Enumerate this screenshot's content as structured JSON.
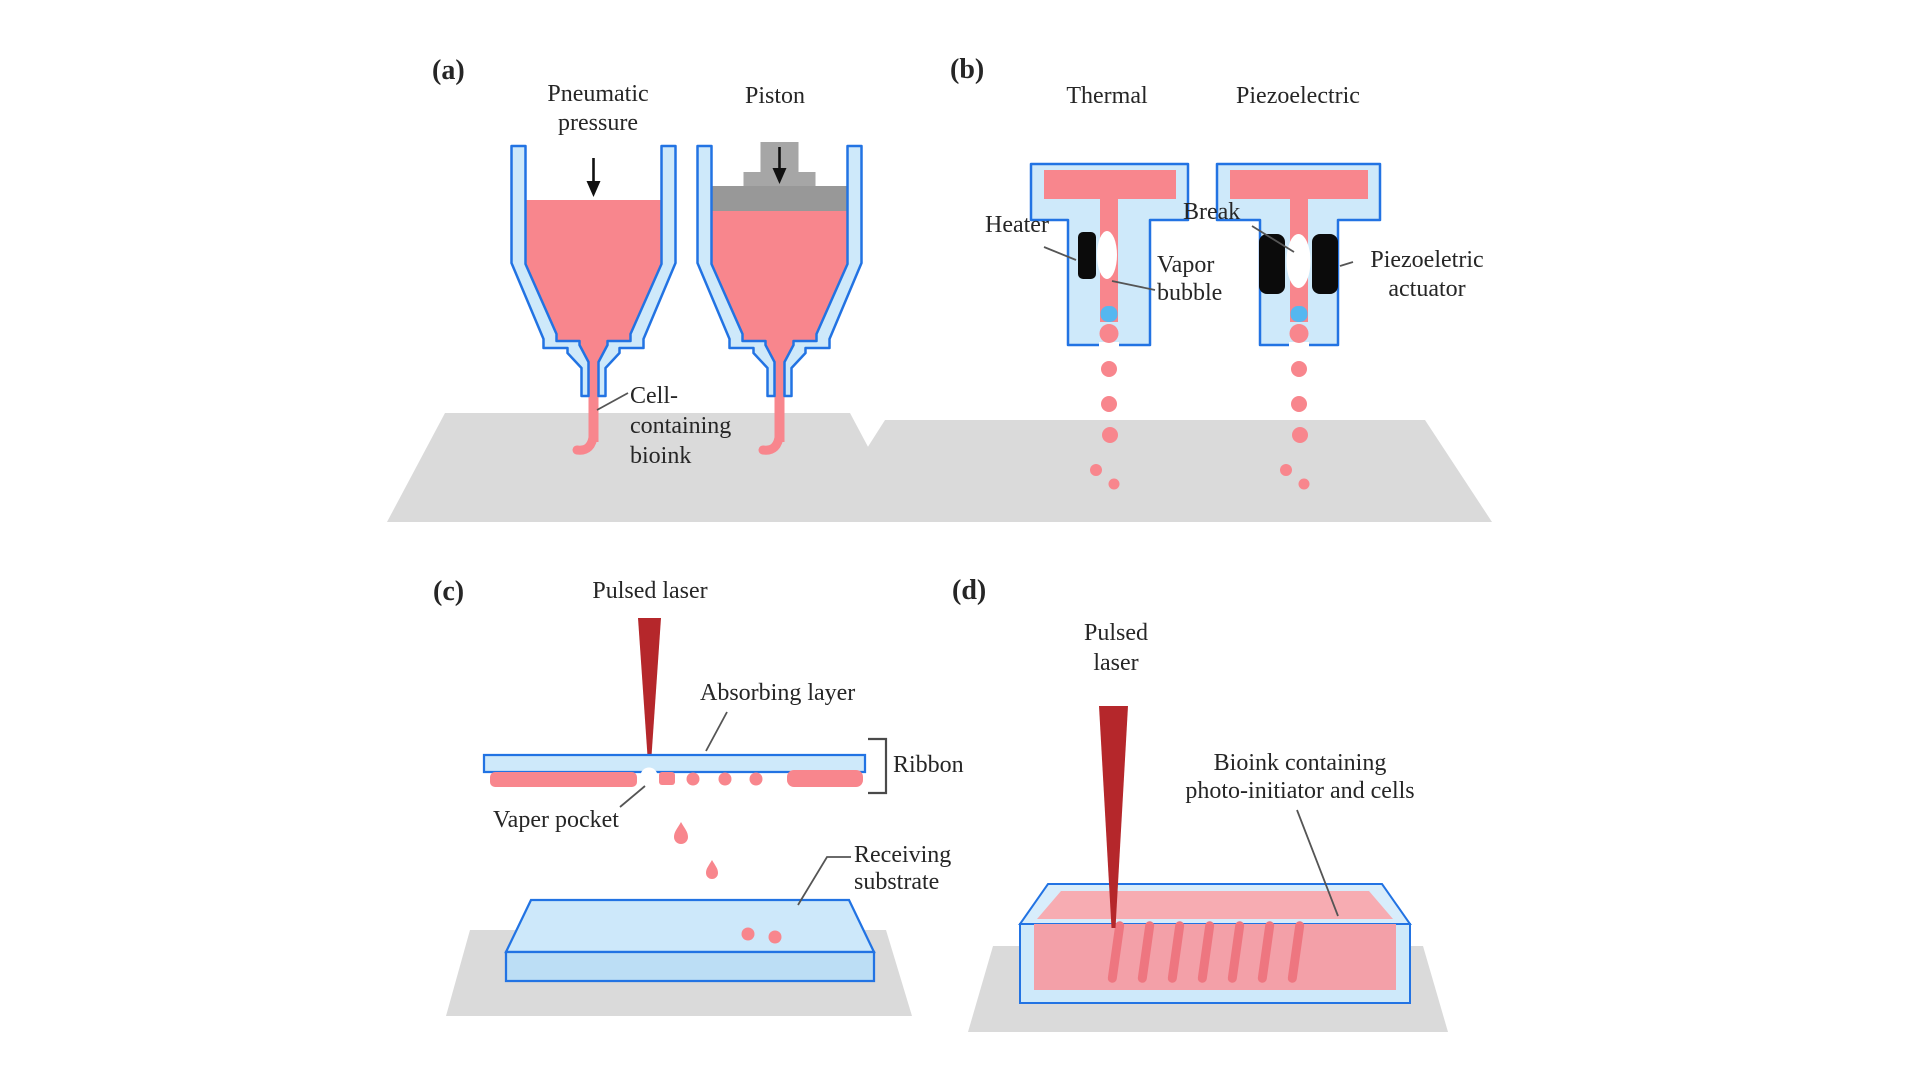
{
  "figure": {
    "panel_a": {
      "tag": "(a)",
      "label_pneumatic_1": "Pneumatic",
      "label_pneumatic_2": "pressure",
      "label_piston": "Piston",
      "label_bioink_1": "Cell-",
      "label_bioink_2": "containing",
      "label_bioink_3": "bioink"
    },
    "panel_b": {
      "tag": "(b)",
      "label_thermal": "Thermal",
      "label_piezoelectric": "Piezoelectric",
      "label_heater": "Heater",
      "label_break": "Break",
      "label_vapor_1": "Vapor",
      "label_vapor_2": "bubble",
      "label_actuator_1": "Piezoeletric",
      "label_actuator_2": "actuator"
    },
    "panel_c": {
      "tag": "(c)",
      "label_pulsed_laser": "Pulsed laser",
      "label_absorbing_layer": "Absorbing layer",
      "label_ribbon": "Ribbon",
      "label_vaper_pocket": "Vaper pocket",
      "label_receiving_1": "Receiving",
      "label_receiving_2": "substrate"
    },
    "panel_d": {
      "tag": "(d)",
      "label_pulsed_1": "Pulsed",
      "label_pulsed_2": "laser",
      "label_bioink_1": "Bioink containing",
      "label_bioink_2": "photo-initiator and cells"
    },
    "colors": {
      "bioink_pink": "#F8868D",
      "strand_pink": "#EE7680",
      "glass_light_blue": "#CEE9FA",
      "outline_blue": "#2273E3",
      "droplet_blue": "#55B7F0",
      "laser_red": "#B5272B",
      "platform_gray": "#DADADA",
      "piston_gray": "#A6A6A6",
      "actuator_black": "#0B0B0B",
      "text_color": "#262626"
    }
  }
}
